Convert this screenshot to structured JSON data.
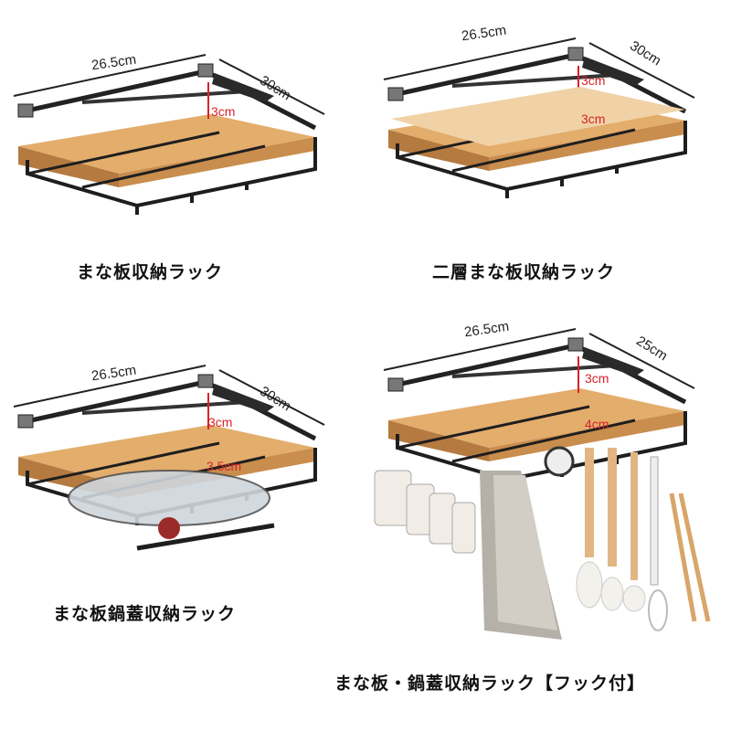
{
  "panels": [
    {
      "caption": "まな板収納ラック",
      "width": "26.5cm",
      "depth": "30cm",
      "gaps": [
        "3cm"
      ]
    },
    {
      "caption": "二層まな板収納ラック",
      "width": "26.5cm",
      "depth": "30cm",
      "gaps": [
        "3cm",
        "3cm"
      ]
    },
    {
      "caption": "まな板鍋蓋収納ラック",
      "width": "26.5cm",
      "depth": "30cm",
      "gaps": [
        "3cm",
        "3.5cm"
      ]
    },
    {
      "caption": "まな板・鍋蓋収納ラック【フック付】",
      "width": "26.5cm",
      "depth": "25cm",
      "gaps": [
        "3cm",
        "4cm"
      ]
    }
  ],
  "colors": {
    "frame": "#1e1e1e",
    "wood": "#d79a5a",
    "wood_dark": "#8a5a30",
    "dimension_red": "#d8222a"
  }
}
